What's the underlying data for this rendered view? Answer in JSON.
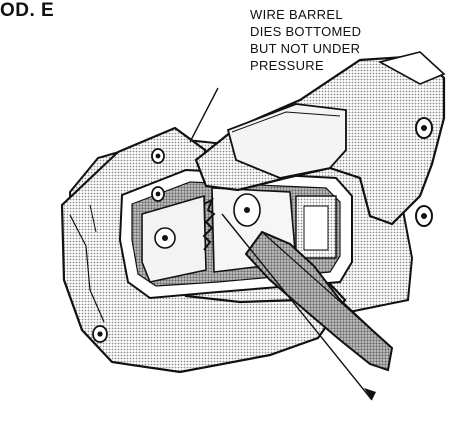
{
  "figure": {
    "label": "OD. E",
    "callout_lines": [
      "WIRE BARREL",
      "DIES BOTTOMED",
      "BUT NOT UNDER",
      "PRESSURE"
    ]
  },
  "colors": {
    "ink": "#111111",
    "halftone": "#9a9a9a",
    "paper": "#ffffff"
  }
}
